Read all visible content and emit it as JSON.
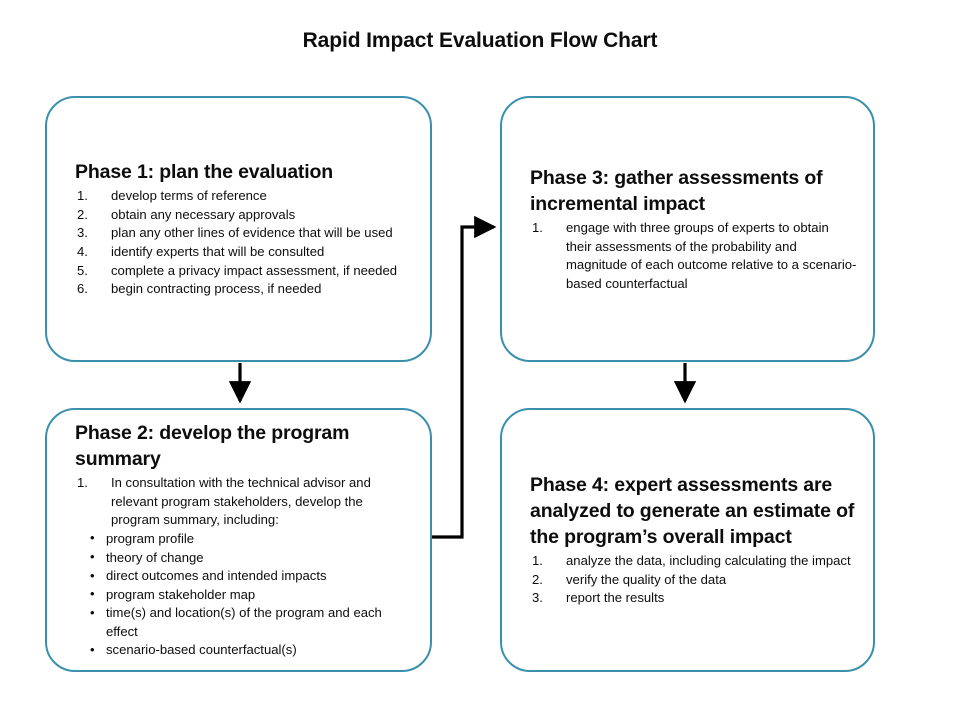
{
  "title": "Rapid Impact Evaluation Flow Chart",
  "theme": {
    "box_border_color": "#3a90ab",
    "box_fill_color": "#ffffff",
    "text_color": "#0d0d0d",
    "arrow_color": "#000000",
    "page_background": "#ffffff"
  },
  "phases": [
    {
      "id": "phase-1",
      "heading": "Phase 1: plan the evaluation",
      "steps": [
        {
          "num": "1.",
          "text": "develop terms of reference"
        },
        {
          "num": "2.",
          "text": "obtain any necessary approvals"
        },
        {
          "num": "3.",
          "text": "plan any other  lines of evidence that will be used"
        },
        {
          "num": "4.",
          "text": "identify experts that will be consulted"
        },
        {
          "num": "5.",
          "text": "complete a privacy impact assessment, if needed"
        },
        {
          "num": "6.",
          "text": "begin contracting process, if needed"
        }
      ]
    },
    {
      "id": "phase-2",
      "heading": "Phase 2: develop the program summary",
      "steps": [
        {
          "num": "1.",
          "text": "In consultation with the technical advisor and relevant program stakeholders, develop the program summary, including:"
        }
      ],
      "sub_bullets": [
        "program profile",
        "theory of change",
        "direct outcomes and intended impacts",
        "program stakeholder map",
        "time(s) and location(s) of the program and each effect",
        "scenario-based counterfactual(s)"
      ],
      "bullet_glyph": "•"
    },
    {
      "id": "phase-3",
      "heading": "Phase 3: gather assessments of incremental impact",
      "steps": [
        {
          "num": "1.",
          "text": "engage with three groups of experts to obtain their assessments of the probability and magnitude of each outcome relative to a scenario-based counterfactual"
        }
      ]
    },
    {
      "id": "phase-4",
      "heading": "Phase 4: expert assessments are analyzed to generate an estimate of the program’s overall impact",
      "steps": [
        {
          "num": "1.",
          "text": "analyze the data, including calculating the impact"
        },
        {
          "num": "2.",
          "text": "verify the quality of the data"
        },
        {
          "num": "3.",
          "text": "report the results"
        }
      ]
    }
  ],
  "connectors": [
    {
      "name": "phase-1-to-phase-2",
      "from": "phase-1",
      "to": "phase-2",
      "kind": "straight-down"
    },
    {
      "name": "phase-2-to-phase-3",
      "from": "phase-2",
      "to": "phase-3",
      "kind": "elbow-right-up-right"
    },
    {
      "name": "phase-3-to-phase-4",
      "from": "phase-3",
      "to": "phase-4",
      "kind": "straight-down"
    }
  ]
}
